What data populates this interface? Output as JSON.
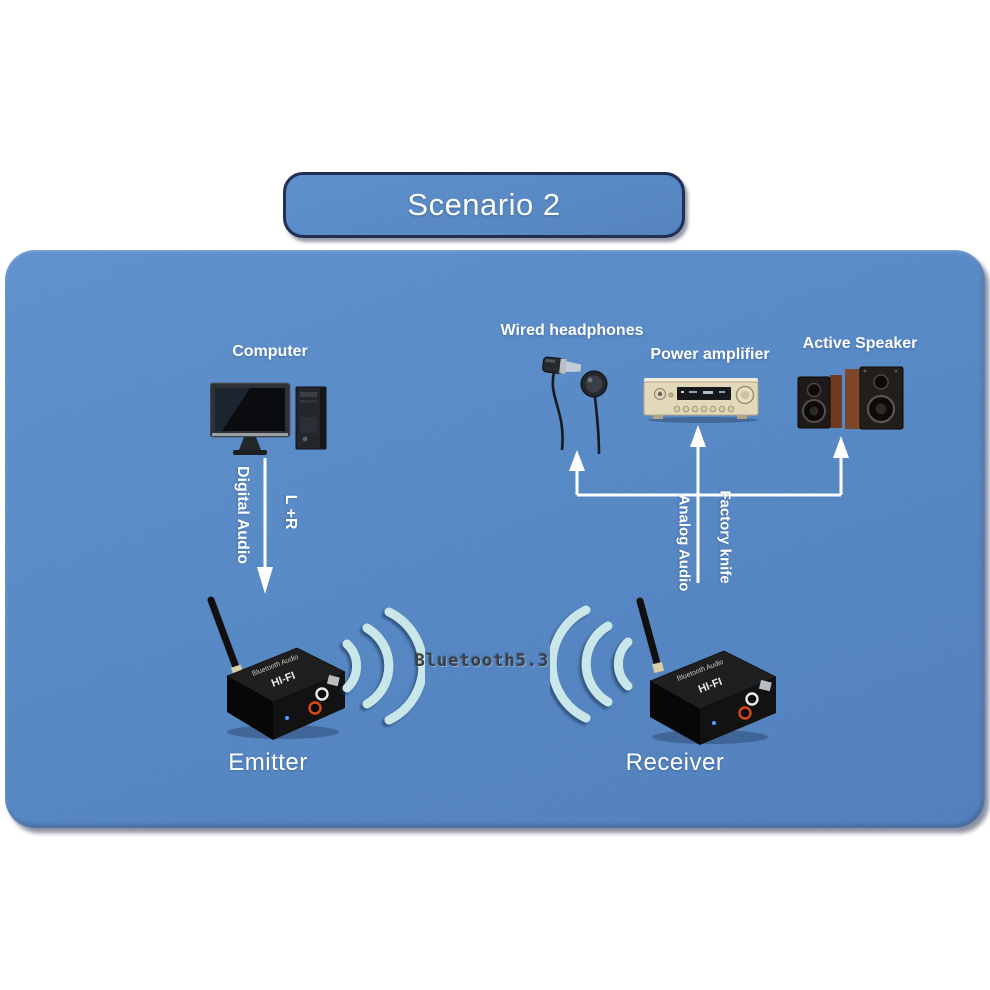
{
  "title": {
    "label": "Scenario 2"
  },
  "colors": {
    "panel_blue": "#4a80c1",
    "border_navy": "#222f52",
    "wave_cyan": "#c9e7e9",
    "label_white": "#ffffff",
    "bluetooth_text_gray": "#3c4046",
    "device_black": "#131313",
    "rca_red": "#d84818",
    "amp_beige": "#e5dcc2",
    "speaker_wood": "#73402a"
  },
  "diagram": {
    "source": {
      "label": "Computer",
      "icon": "desktop-computer-icon"
    },
    "digital_path": {
      "audio_label": "Digital Audio",
      "channel_label": "L +R",
      "icon": "arrow-down-icon"
    },
    "emitter": {
      "label": "Emitter",
      "marking_brand": "Bluetooth Audio",
      "marking_model": "HI-FI",
      "icon": "bluetooth-transmitter-icon"
    },
    "link": {
      "label": "Bluetooth5.3",
      "icon": "signal-waves-icon"
    },
    "receiver": {
      "label": "Receiver",
      "marking_brand": "Bluetooth Audio",
      "marking_model": "HI-FI",
      "icon": "bluetooth-receiver-icon"
    },
    "analog_path": {
      "audio_label": "Analog Audio",
      "tool_label": "Factory knife",
      "icon": "branch-arrows-up-icon"
    },
    "outputs": [
      {
        "label": "Wired headphones",
        "icon": "earbuds-icon"
      },
      {
        "label": "Power amplifier",
        "icon": "amplifier-icon"
      },
      {
        "label": "Active Speaker",
        "icon": "speakers-icon"
      }
    ]
  }
}
